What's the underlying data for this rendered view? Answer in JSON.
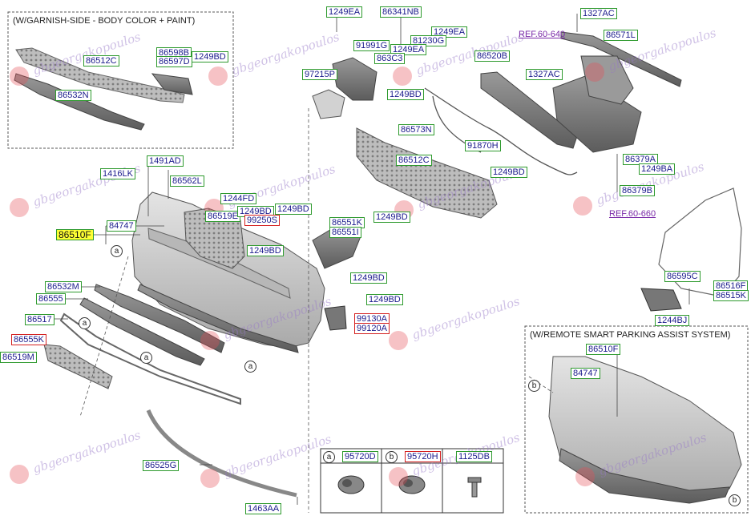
{
  "inset_top_left": {
    "title": "(W/GARNISH-SIDE - BODY COLOR + PAINT)"
  },
  "inset_bottom_right": {
    "title": "(W/REMOTE SMART PARKING ASSIST SYSTEM)"
  },
  "watermark": "gbgeorgakopoulos",
  "legend": {
    "a_marker": "a",
    "a_part": "95720D",
    "b_marker": "b",
    "b_part": "95720H",
    "c_part": "1125DB"
  },
  "refs": {
    "ref1": "REF.60-640",
    "ref2": "REF.60-660"
  },
  "markers": {
    "a": "a",
    "b": "b"
  },
  "labels": {
    "l1249EA_1": "1249EA",
    "l86341NB": "86341NB",
    "l1327AC_1": "1327AC",
    "l86571L": "86571L",
    "l1249EA_2": "1249EA",
    "l81230G": "81230G",
    "l91991G": "91991G",
    "l1249EA_3": "1249EA",
    "l863C3": "863C3",
    "l86520B": "86520B",
    "l1327AC_2": "1327AC",
    "l97215P": "97215P",
    "l1249BD_1": "1249BD",
    "l86573N": "86573N",
    "l91870H": "91870H",
    "l86512C_main": "86512C",
    "l1249BD_2": "1249BD",
    "l86379A": "86379A",
    "l1249BA": "1249BA",
    "l86379B": "86379B",
    "l86512C_inset": "86512C",
    "l86598B": "86598B",
    "l86597D": "86597D",
    "l1249BD_inset": "1249BD",
    "l86532N": "86532N",
    "l1491AD": "1491AD",
    "l1416LK": "1416LK",
    "l86562L": "86562L",
    "l1244FD": "1244FD",
    "l86519E": "86519E",
    "l1249BD_3": "1249BD",
    "l99250S": "99250S",
    "l1249BD_4": "1249BD",
    "l86510F_main": "86510F",
    "l84747_main": "84747",
    "l1249BD_5": "1249BD",
    "l86551K": "86551K",
    "l86551I": "86551I",
    "l1249BD_6": "1249BD",
    "l1249BD_7": "1249BD",
    "l1249BD_8": "1249BD",
    "l86532M": "86532M",
    "l86555": "86555",
    "l86517": "86517",
    "l86555K": "86555K",
    "l86519M": "86519M",
    "l99130A": "99130A",
    "l99120A": "99120A",
    "l86595C": "86595C",
    "l86516F": "86516F",
    "l86515K": "86515K",
    "l1244BJ": "1244BJ",
    "l86510F_inset": "86510F",
    "l84747_inset": "84747",
    "l86525G": "86525G",
    "l1463AA": "1463AA"
  }
}
